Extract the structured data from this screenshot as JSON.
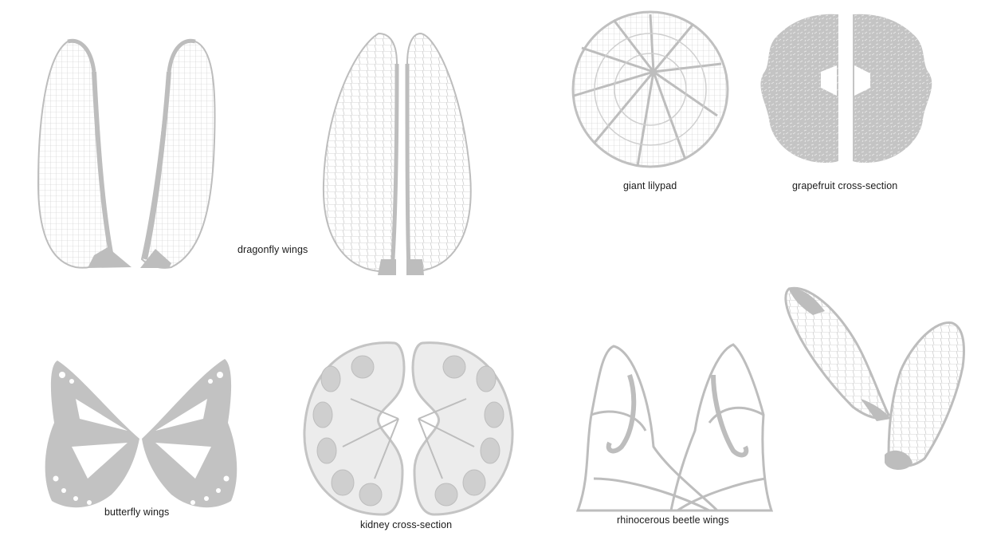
{
  "palette": {
    "background": "#ffffff",
    "illustration_gray": "#bdbdbd",
    "illustration_light": "#d4d4d4",
    "caption_text": "#1a1a1a"
  },
  "illustrations": [
    {
      "id": "dragonfly",
      "caption": "dragonfly wings"
    },
    {
      "id": "lilypad",
      "caption": "giant lilypad"
    },
    {
      "id": "grapefruit",
      "caption": "grapefruit cross-section"
    },
    {
      "id": "butterfly",
      "caption": "butterfly wings"
    },
    {
      "id": "kidney",
      "caption": "kidney cross-section"
    },
    {
      "id": "beetle",
      "caption": "rhinocerous beetle wings"
    },
    {
      "id": "cicada",
      "caption": ""
    }
  ]
}
